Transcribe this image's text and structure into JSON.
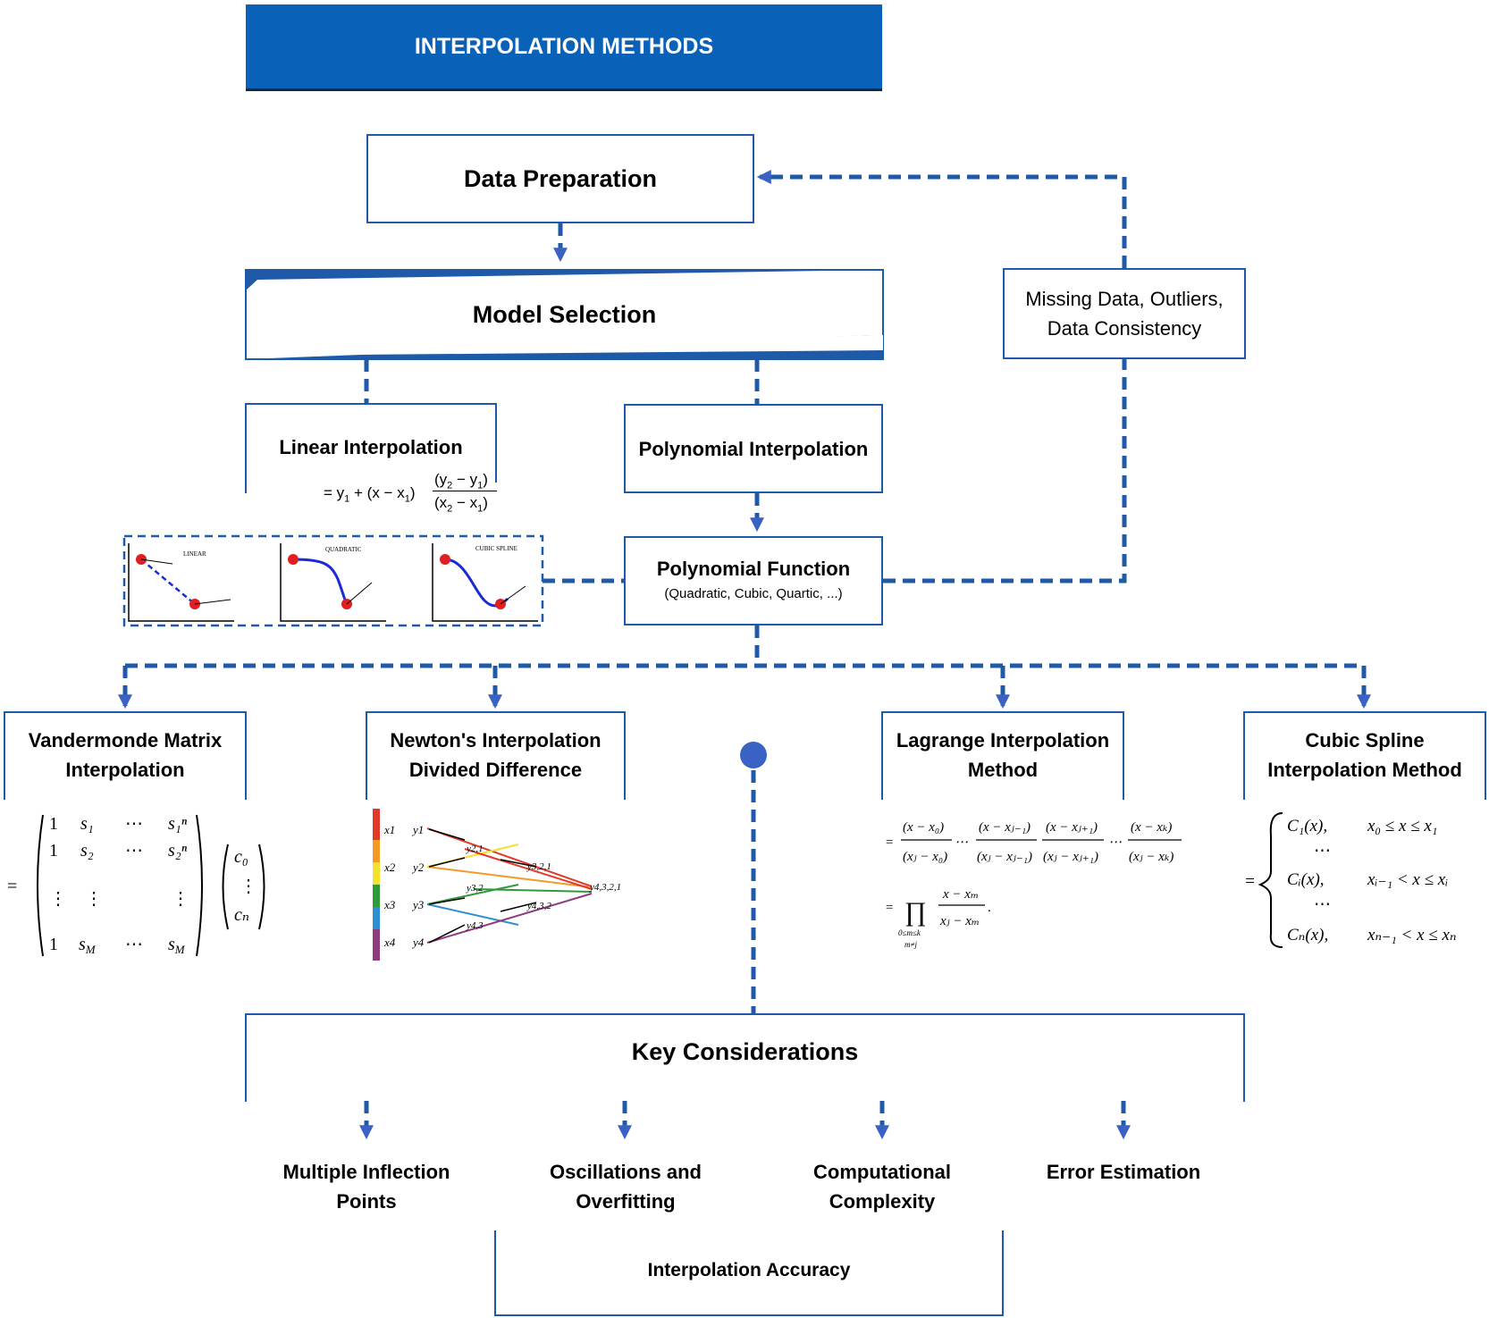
{
  "title": "INTERPOLATION METHODS",
  "nodes": {
    "data_preparation": "Data Preparation",
    "model_selection": "Model Selection",
    "missing_data": "Missing Data, Outliers, Data Consistency",
    "linear_interpolation": "Linear Interpolation",
    "linear_formula": "= y1 + (x − x1) (y2 − y1)/(x2 − x1)",
    "polynomial_interpolation": "Polynomial Interpolation",
    "polynomial_function": "Polynomial Function",
    "polynomial_function_sub": "(Quadratic, Cubic, Quartic, ...)",
    "vandermonde": "Vandermonde Matrix Interpolation",
    "newton": "Newton's Interpolation Divided Difference",
    "lagrange": "Lagrange Interpolation Method",
    "cubic_spline": "Cubic Spline Interpolation Method",
    "key_considerations": "Key Considerations",
    "interpolation_accuracy": "Interpolation Accuracy"
  },
  "considerations": [
    "Multiple Inflection Points",
    "Oscillations and Overfitting",
    "Computational Complexity",
    "Error Estimation"
  ],
  "thumbnails": [
    "LINEAR",
    "QUADRATIC",
    "CUBIC SPLINE"
  ],
  "newton_labels": {
    "x": [
      "x1",
      "x2",
      "x3",
      "x4"
    ],
    "y": [
      "y1",
      "y2",
      "y3",
      "y4"
    ],
    "mid": [
      "y2,1",
      "y3,2",
      "y4,3",
      "y3,2,1",
      "y4,3,2",
      "y4,3,2,1"
    ]
  },
  "colors": {
    "banner": "#0a62b8",
    "line": "#1e5aa8",
    "dot": "#3a62c4"
  }
}
